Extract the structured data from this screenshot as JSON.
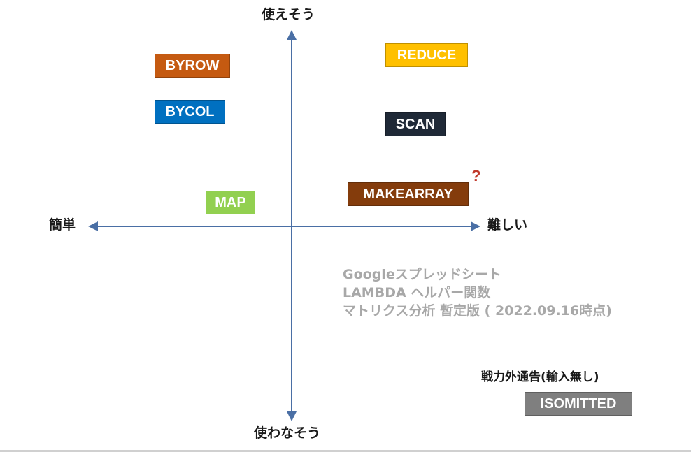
{
  "axes": {
    "top": "使えそう",
    "bottom": "使わなそう",
    "left": "簡単",
    "right": "難しい"
  },
  "functions": {
    "byrow": {
      "label": "BYROW",
      "color": "#c55a11"
    },
    "bycol": {
      "label": "BYCOL",
      "color": "#0070c0"
    },
    "map": {
      "label": "MAP",
      "color": "#92d050"
    },
    "reduce": {
      "label": "REDUCE",
      "color": "#ffc000"
    },
    "scan": {
      "label": "SCAN",
      "color": "#1f2937"
    },
    "makearray": {
      "label": "MAKEARRAY",
      "color": "#843c0c"
    },
    "isomitted": {
      "label": "ISOMITTED",
      "color": "#7f7f7f"
    }
  },
  "question_mark": {
    "text": "?",
    "color": "#c0392b"
  },
  "note": {
    "line1": "Googleスプレッドシート",
    "line2": "LAMBDA ヘルパー関数",
    "line3": "マトリクス分析 暫定版 ( 2022.09.16時点)"
  },
  "outside_label": "戦力外通告(輸入無し)",
  "axis_color": "#4a6fa5"
}
